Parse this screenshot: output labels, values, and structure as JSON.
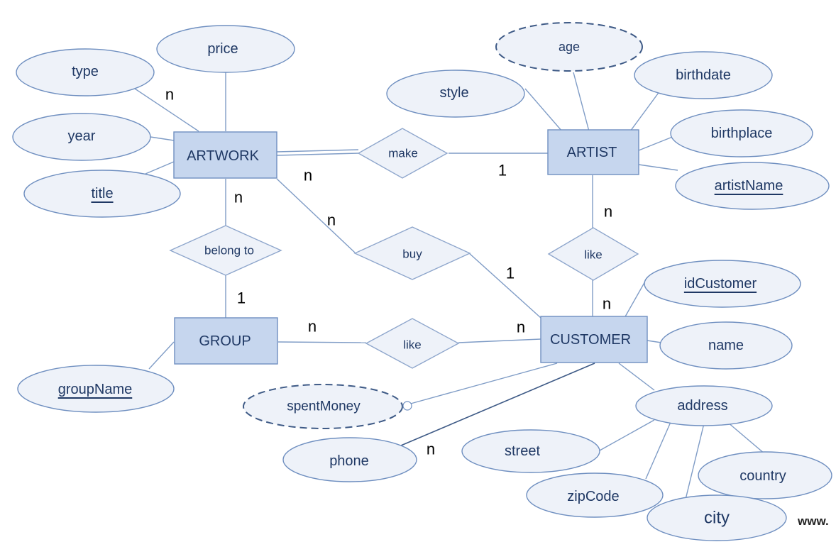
{
  "entities": {
    "artwork": "ARTWORK",
    "artist": "ARTIST",
    "group": "GROUP",
    "customer": "CUSTOMER"
  },
  "relationships": {
    "make": "make",
    "buy": "buy",
    "belong_to": "belong to",
    "like_artist": "like",
    "like_group": "like"
  },
  "attributes": {
    "price": "price",
    "type": "type",
    "year": "year",
    "title": "title",
    "age": "age",
    "style": "style",
    "birthdate": "birthdate",
    "birthplace": "birthplace",
    "artistName": "artistName",
    "idCustomer": "idCustomer",
    "name": "name",
    "address": "address",
    "street": "street",
    "zipCode": "zipCode",
    "city": "city",
    "country": "country",
    "spentMoney": "spentMoney",
    "phone": "phone",
    "groupName": "groupName"
  },
  "cardinalities": {
    "artwork_type": "n",
    "artwork_make": "n",
    "artist_make": "1",
    "artwork_belong": "n",
    "group_belong": "1",
    "artwork_buy": "n",
    "customer_buy": "1",
    "artist_like": "n",
    "customer_like": "n",
    "group_like": "n",
    "customer_group_like": "n",
    "customer_phone": "n"
  },
  "watermark": "www."
}
